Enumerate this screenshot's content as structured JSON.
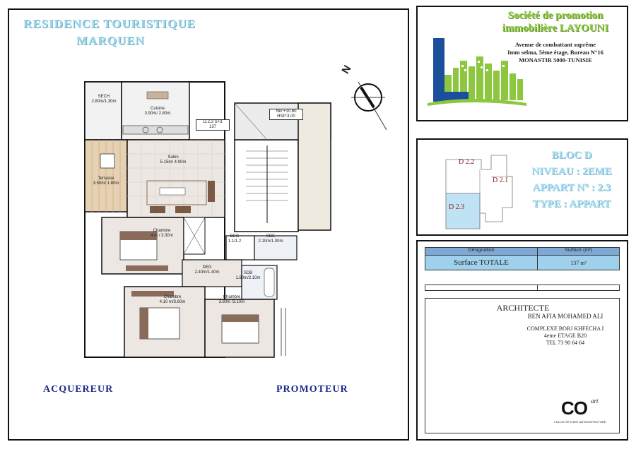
{
  "project": {
    "title_line1": "RESIDENCE TOURISTIQUE",
    "title_line2": "MARQUEN"
  },
  "company": {
    "name_line1": "Société de promotion",
    "name_line2": "immobilière LAYOUNI",
    "address_line1": "Avenue de combattant suprême",
    "address_line2": "Imm selma, 5ème étage, Bureau N°16",
    "address_line3": "MONASTIR 5000-TUNISIE",
    "logo_letter": "L",
    "accent_color": "#8dc63f",
    "logo_color": "#1b4f9c"
  },
  "compass": {
    "label": "N"
  },
  "plan": {
    "rooms": [
      {
        "id": "sech",
        "name": "SECH",
        "dims": "2.80m/1.30m"
      },
      {
        "id": "cuisine",
        "name": "Cuisine",
        "dims": "3.90m/ 2.80m"
      },
      {
        "id": "terrasse",
        "name": "Terrasse",
        "dims": "3.50m/ 1.80m"
      },
      {
        "id": "salon",
        "name": "Salon",
        "dims": "5.15m/ 4.90m"
      },
      {
        "id": "chambre1",
        "name": "Chambre",
        "dims": "4 m / 3.30m"
      },
      {
        "id": "deg1",
        "name": "DEG",
        "dims": "1.1/1.2"
      },
      {
        "id": "sde",
        "name": "SDE",
        "dims": "2.10m/1.00m"
      },
      {
        "id": "deg2",
        "name": "DEG",
        "dims": "2.40m/1.40m"
      },
      {
        "id": "sdb",
        "name": "SDB",
        "dims": "1.80m/2.10m"
      },
      {
        "id": "chambre2",
        "name": "Chambre",
        "dims": "4.10 m/3.60m"
      },
      {
        "id": "chambre3",
        "name": "Chambre",
        "dims": "3.60m /3.10m"
      }
    ],
    "apt_tag_line1": "D.2.3  S+3",
    "apt_tag_line2": "137",
    "level_tag_line1": "Niv:+10.60",
    "level_tag_line2": "HSP:3.00"
  },
  "bloc": {
    "keys": [
      "D 2.2",
      "D 2.1",
      "D 2.3"
    ],
    "line1": "BLOC D",
    "line2": "NIVEAU : 2EME",
    "line3": "APPART N° : 2.3",
    "line4": "TYPE : APPART",
    "highlight_color": "#bfe3f5"
  },
  "surface_table": {
    "header_designation": "Désignation",
    "header_surface": "Surface (m²)",
    "row_label": "Surface TOTALE",
    "row_value": "137 m²",
    "header_color": "#7ea9d6",
    "row_color": "#9fd0ec"
  },
  "architect": {
    "title": "ARCHITECTE",
    "name": "BEN AFIA MOHAMED ALI",
    "address_line1": "COMPLEXE  BORJ KHFECHA I",
    "address_line2": "4eme ETAGE B20",
    "tel": "TEL 73 90 64 64",
    "logo_text": "CO",
    "logo_suffix": "art",
    "logo_caption": "COLLECTIF D'ART &D'ARCHITECTURE"
  },
  "signatures": {
    "acquereur": "ACQUEREUR",
    "promoteur": "PROMOTEUR"
  }
}
